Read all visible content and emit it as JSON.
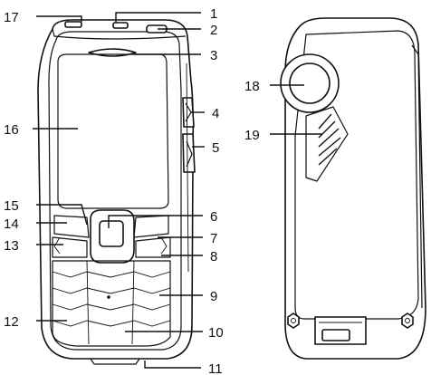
{
  "figure": {
    "callouts": [
      {
        "id": "c1",
        "text": "1"
      },
      {
        "id": "c2",
        "text": "2"
      },
      {
        "id": "c3",
        "text": "3"
      },
      {
        "id": "c4",
        "text": "4"
      },
      {
        "id": "c5",
        "text": "5"
      },
      {
        "id": "c6",
        "text": "6"
      },
      {
        "id": "c7",
        "text": "7"
      },
      {
        "id": "c8",
        "text": "8"
      },
      {
        "id": "c9",
        "text": "9"
      },
      {
        "id": "c10",
        "text": "10"
      },
      {
        "id": "c11",
        "text": "11"
      },
      {
        "id": "c12",
        "text": "12"
      },
      {
        "id": "c13",
        "text": "13"
      },
      {
        "id": "c14",
        "text": "14"
      },
      {
        "id": "c15",
        "text": "15"
      },
      {
        "id": "c16",
        "text": "16"
      },
      {
        "id": "c17",
        "text": "17"
      },
      {
        "id": "c18",
        "text": "18"
      },
      {
        "id": "c19",
        "text": "19"
      }
    ]
  }
}
